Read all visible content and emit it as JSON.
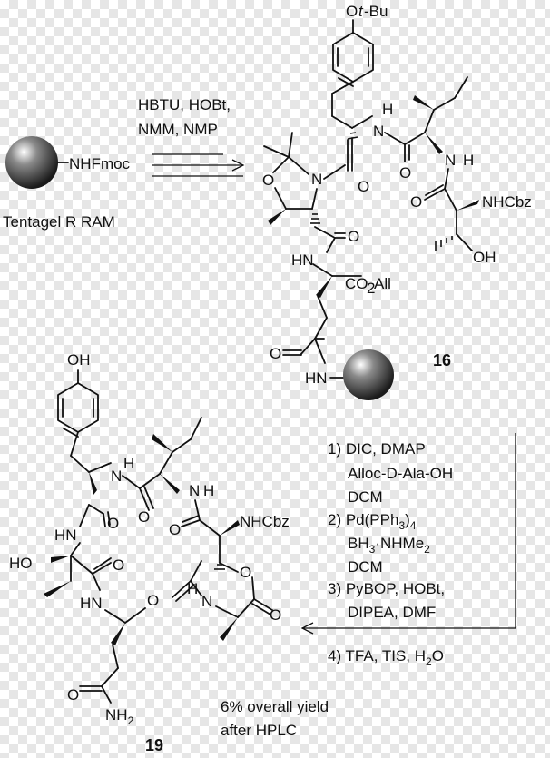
{
  "reagents_top": {
    "line1": "HBTU, HOBt,",
    "line2": "NMM, NMP"
  },
  "resin": {
    "group": "NHFmoc",
    "name": "Tentagel R RAM"
  },
  "compound16": {
    "number": "16",
    "labels": {
      "otbu_o": "O",
      "otbu_t": "t",
      "otbu_bu": "-Bu",
      "oxazolidine_o": "O",
      "oxazolidine_n": "N",
      "co1_o": "O",
      "nh1": "N",
      "h1": "H",
      "co2_o": "O",
      "nh2": "N",
      "h2": "H",
      "co3_o": "O",
      "nhcbz": "NHCbz",
      "oh": "OH",
      "hn": "HN",
      "co_ester_prefix": "CO",
      "co_ester_sub": "2",
      "co_ester_suffix": "All",
      "co4_o": "O",
      "amide_o": "O",
      "amide_hn": "HN"
    }
  },
  "compound19": {
    "number": "19",
    "labels": {
      "oh_top": "OH",
      "n_a": "N",
      "h_a": "H",
      "o_a": "O",
      "n_b": "N",
      "h_b": "H",
      "hn_left": "HN",
      "o_b": "O",
      "o_c": "O",
      "nhcbz": "NHCbz",
      "ho_left": "HO",
      "o_d": "O",
      "hn_c": "HN",
      "o_e": "O",
      "h_d": "H",
      "n_d": "N",
      "o_ring": "O",
      "o_ring2": "O",
      "nh2_prefix": "NH",
      "nh2_sub": "2",
      "o_amide": "O"
    }
  },
  "conditions": {
    "step1_line1": "1) DIC, DMAP",
    "step1_line2": "Alloc-D-Ala-OH",
    "step1_line3": "DCM",
    "step2_line1_prefix": "2) Pd(PPh",
    "step2_line1_sub": "3",
    "step2_line1_suffix": ")",
    "step2_line1_sub2": "4",
    "step2_line2_prefix": "BH",
    "step2_line2_sub": "3",
    "step2_line2_mid": "·NHMe",
    "step2_line2_sub2": "2",
    "step2_line3": "DCM",
    "step3_line1": "3) PyBOP, HOBt,",
    "step3_line2": "DIPEA, DMF",
    "step4_prefix": "4) TFA, TIS, H",
    "step4_sub": "2",
    "step4_suffix": "O"
  },
  "yield": {
    "line1": "6% overall yield",
    "line2": "after HPLC"
  }
}
